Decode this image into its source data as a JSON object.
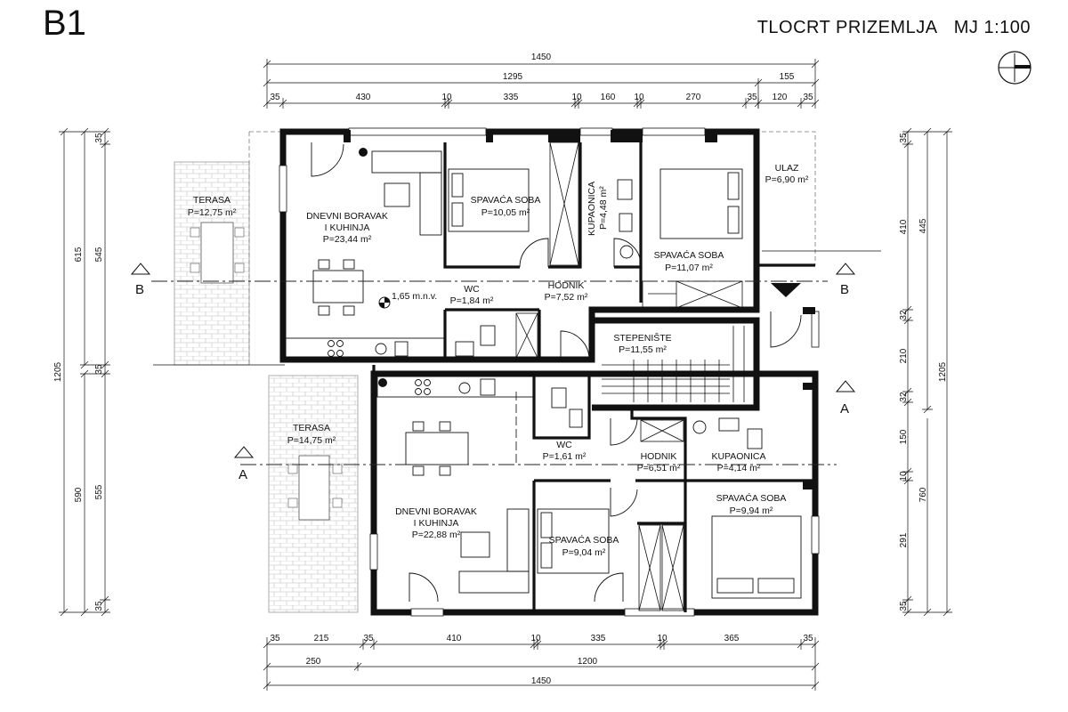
{
  "header": {
    "plan_code": "B1",
    "plan_title": "TLOCRT PRIZEMLJA",
    "scale": "MJ 1:100"
  },
  "rooms": {
    "terasa_top": {
      "name": "TERASA",
      "area": "P=12,75 m²"
    },
    "boravak_top": {
      "name1": "DNEVNI BORAVAK",
      "name2": "I KUHINJA",
      "area": "P=23,44 m²"
    },
    "soba_top1": {
      "name": "SPAVAĆA SOBA",
      "area": "P=10,05 m²"
    },
    "kupaonica_top": {
      "name": "KUPAONICA",
      "area": "P=4,48 m²"
    },
    "soba_top2": {
      "name": "SPAVAĆA SOBA",
      "area": "P=11,07 m²"
    },
    "ulaz": {
      "name": "ULAZ",
      "area": "P=6,90 m²"
    },
    "wc_top": {
      "name": "WC",
      "area": "P=1,84 m²"
    },
    "hodnik_top": {
      "name": "HODNIK",
      "area": "P=7,52 m²"
    },
    "stepeniste": {
      "name": "STEPENIŠTE",
      "area": "P=11,55 m²"
    },
    "level": "1,65 m.n.v.",
    "terasa_bottom": {
      "name": "TERASA",
      "area": "P=14,75 m²"
    },
    "boravak_bottom": {
      "name1": "DNEVNI BORAVAK",
      "name2": "I KUHINJA",
      "area": "P=22,88 m²"
    },
    "wc_bottom": {
      "name": "WC",
      "area": "P=1,61 m²"
    },
    "hodnik_bottom": {
      "name": "HODNIK",
      "area": "P=6,51 m²"
    },
    "kupaonica_bottom": {
      "name": "KUPAONICA",
      "area": "P=4,14 m²"
    },
    "soba_bottom1": {
      "name": "SPAVAĆA SOBA",
      "area": "P=9,04 m²"
    },
    "soba_bottom2": {
      "name": "SPAVAĆA SOBA",
      "area": "P=9,94 m²"
    }
  },
  "sections": {
    "a": "A",
    "b": "B"
  },
  "dims": {
    "top_total": "1450",
    "top_1295": "1295",
    "top_155": "155",
    "top_row": [
      "35",
      "430",
      "10",
      "335",
      "10",
      "160",
      "10",
      "270",
      "35",
      "120",
      "35"
    ],
    "bottom_row": [
      "35",
      "215",
      "35",
      "410",
      "10",
      "335",
      "10",
      "365",
      "35"
    ],
    "bottom_250": "250",
    "bottom_1200": "1200",
    "bottom_total": "1450",
    "left_outer": "1205",
    "left_615": "615",
    "left_590": "590",
    "left_inner": [
      "35",
      "545",
      "35",
      "555",
      "35"
    ],
    "right_inner": [
      "35",
      "410",
      "32",
      "210",
      "32",
      "150",
      "10",
      "291",
      "35"
    ],
    "right_445": "445",
    "right_760": "760",
    "right_outer": "1205"
  }
}
